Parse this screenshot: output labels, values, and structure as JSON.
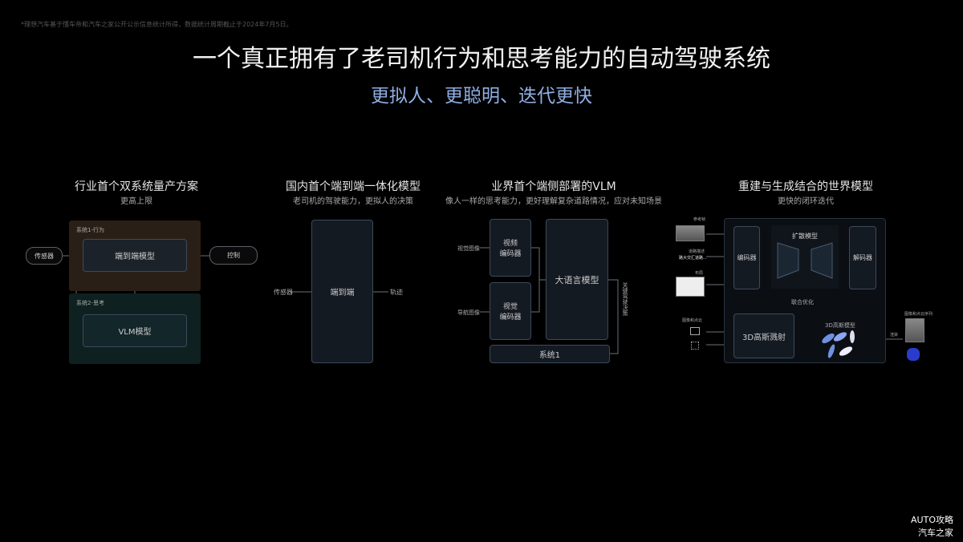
{
  "note": "*理想汽车基于懂车帝和汽车之家公开公示信息统计所得，数据统计周期截止于2024年7月5日。",
  "title": "一个真正拥有了老司机行为和思考能力的自动驾驶系统",
  "subtitle": "更拟人、更聪明、迭代更快",
  "panel1": {
    "title": "行业首个双系统量产方案",
    "subtitle": "更高上限",
    "system1": "系统1-行为",
    "system2": "系统2-思考",
    "e2e": "端到端模型",
    "vlm": "VLM模型",
    "sensor": "传感器",
    "control": "控制",
    "colors": {
      "system1": "#2a1f16",
      "system2": "#0e2020"
    }
  },
  "panel2": {
    "title": "国内首个端到端一体化模型",
    "subtitle": "老司机的驾驶能力，更拟人的决策",
    "box": "端到端",
    "sensor": "传感器",
    "trajectory": "轨迹"
  },
  "panel3": {
    "title": "业界首个端侧部署的VLM",
    "subtitle": "像人一样的思考能力，更好理解复杂道路情况，应对未知场景",
    "video_encoder": "视频\n编码器",
    "visual_encoder": "视觉\n编码器",
    "llm": "大语言模型",
    "system1": "系统1",
    "input1": "视觉图像",
    "input2": "导航图像",
    "output": "关键驾驶决策"
  },
  "panel4": {
    "title": "重建与生成结合的世界模型",
    "subtitle": "更快的闭环迭代",
    "encoder": "编码器",
    "diffusion": "扩散模型",
    "decoder": "解码器",
    "joint": "联合优化",
    "gaussian_splat": "3D高斯溅射",
    "gaussian_model": "3D高斯模型",
    "ref_frame": "参考帧",
    "road_desc": "道路描述",
    "road_desc_text": "路大交汇道路...",
    "layout": "布局",
    "img_pc": "图像和点云",
    "render": "渲染",
    "seq": "图像和点云序列"
  },
  "watermark": {
    "line1": "AUTO攻略",
    "line2": "汽车之家"
  }
}
